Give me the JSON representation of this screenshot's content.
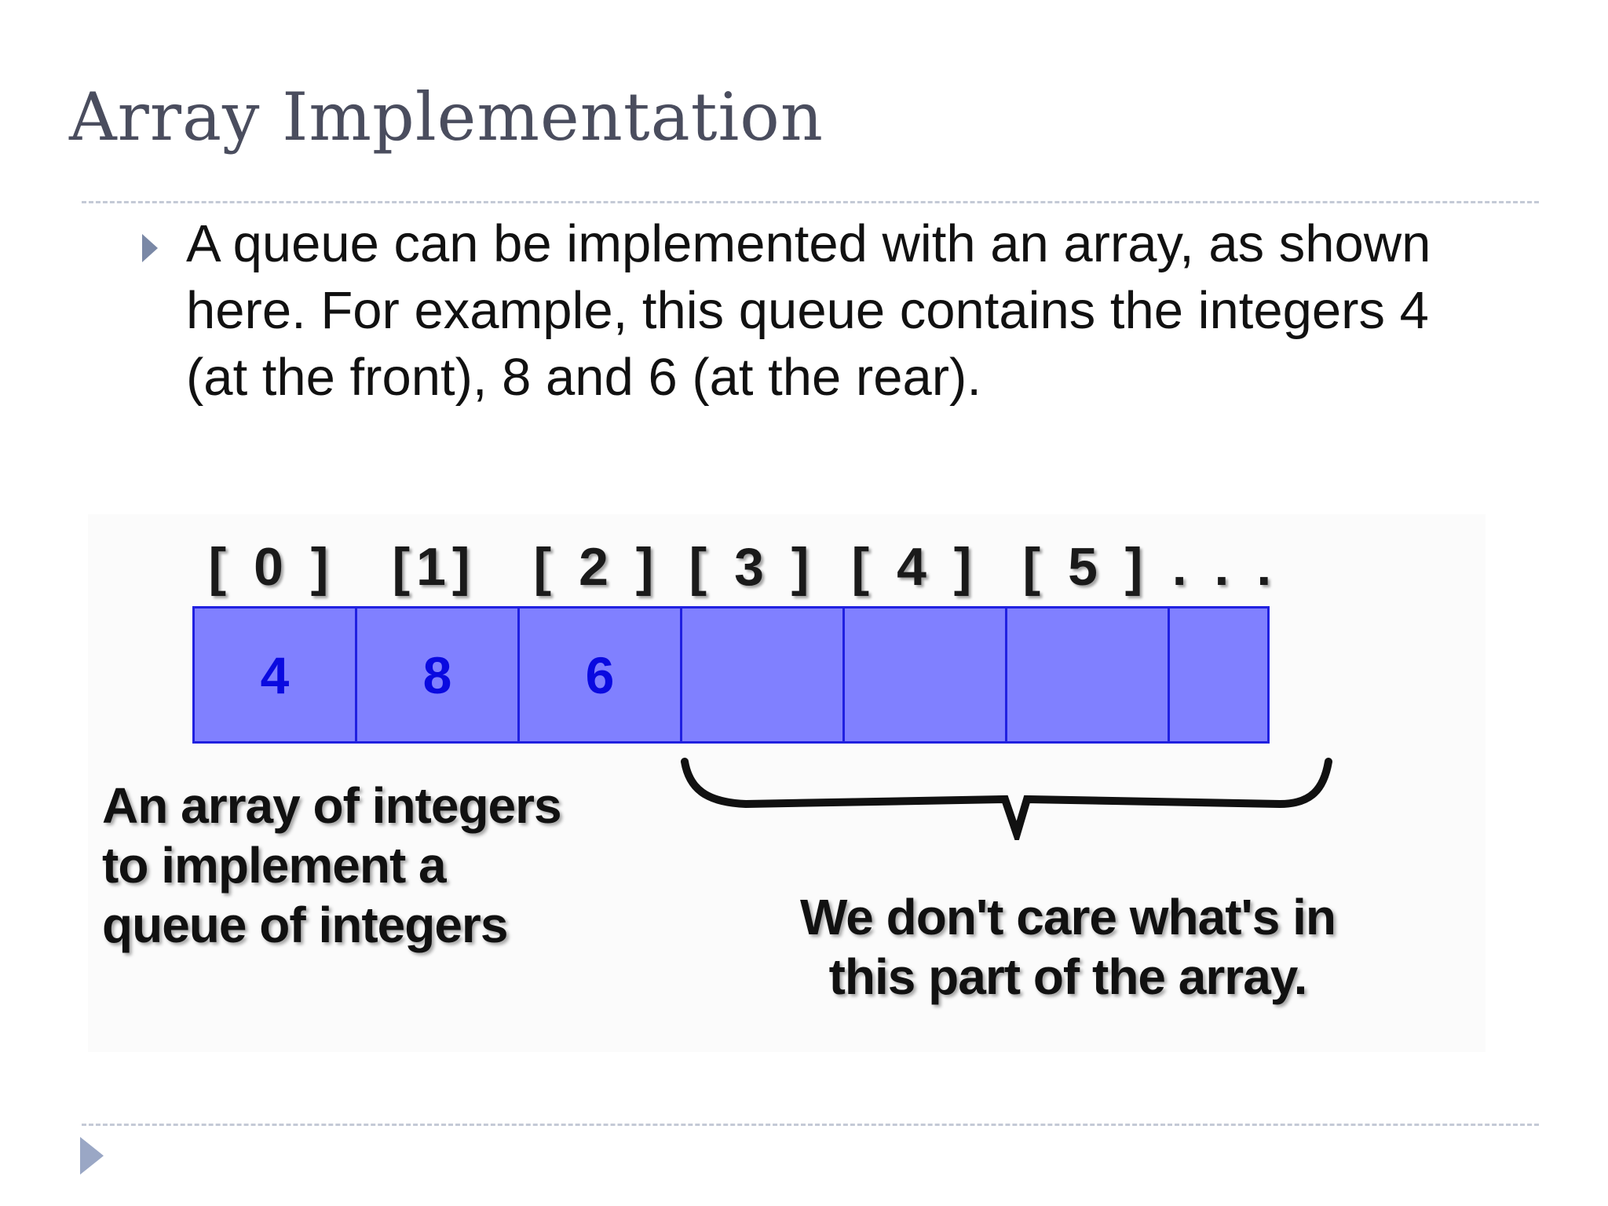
{
  "slide": {
    "title": "Array Implementation",
    "bullet": "A queue can be implemented with an array, as shown here.  For example, this queue contains the integers 4 (at the front), 8 and 6 (at the rear)."
  },
  "diagram": {
    "indices": [
      "[ 0 ]",
      "[1]",
      "[ 2 ]",
      "[ 3 ]",
      "[ 4 ]",
      "[ 5 ]",
      ". . ."
    ],
    "cells": [
      "4",
      "8",
      "6",
      "",
      "",
      "",
      ""
    ],
    "left_caption": "An array of integers to implement a queue of integers",
    "right_caption": "We don't care what's in this part of the array.",
    "colors": {
      "cell_fill": "#8080ff",
      "cell_border": "#2020e0",
      "cell_text": "#0a0ae0"
    }
  }
}
